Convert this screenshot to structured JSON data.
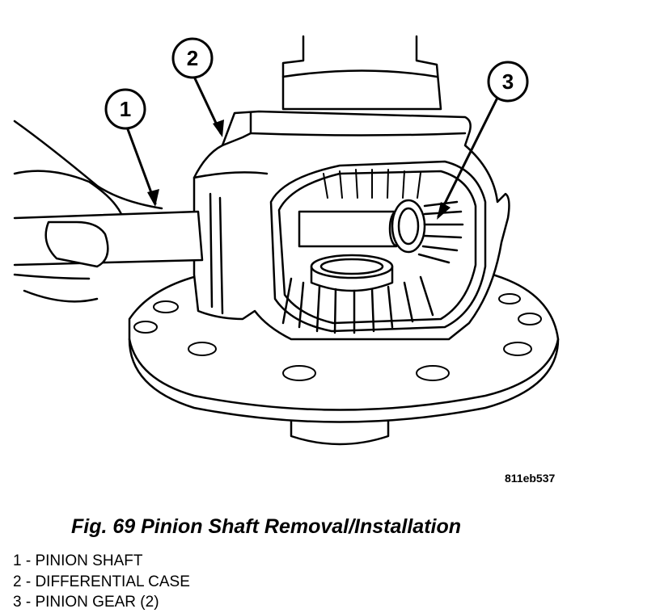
{
  "callouts": [
    {
      "number": "1"
    },
    {
      "number": "2"
    },
    {
      "number": "3"
    }
  ],
  "reference_code": "811eb537",
  "caption": "Fig. 69 Pinion Shaft Removal/Installation",
  "legend": [
    "1 - PINION SHAFT",
    "2 - DIFFERENTIAL CASE",
    "3 - PINION GEAR (2)"
  ]
}
